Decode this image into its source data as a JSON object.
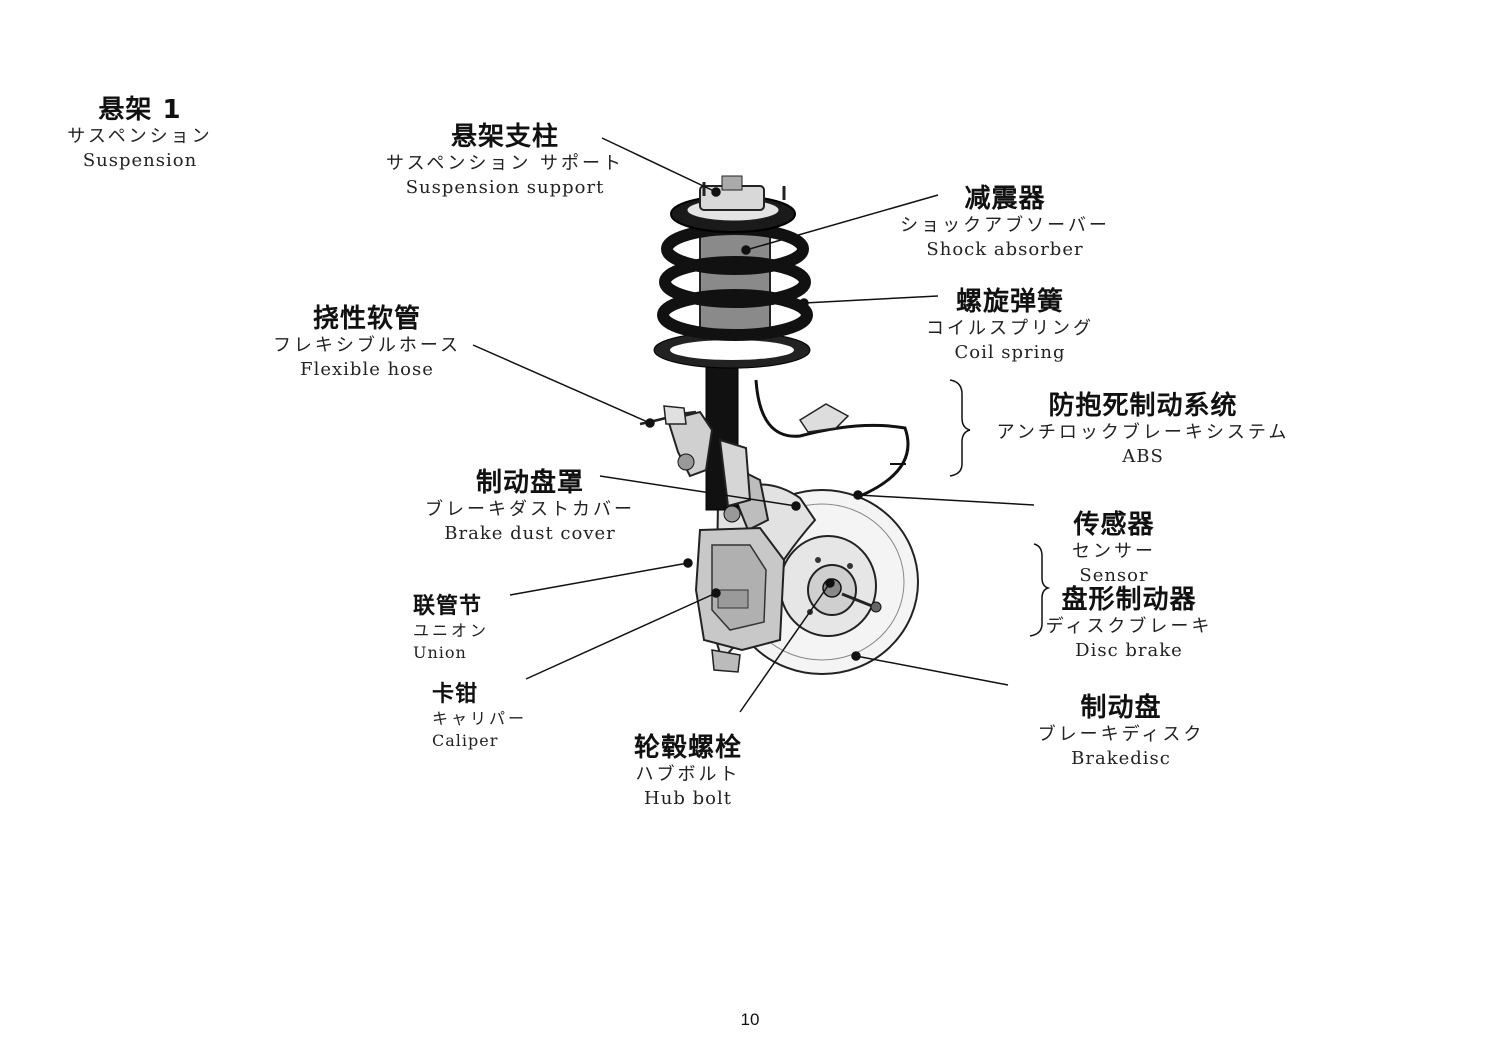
{
  "title": {
    "zh": "悬架 1",
    "ja": "サスペンション",
    "en": "Suspension"
  },
  "labels": {
    "suspension_support": {
      "zh": "悬架支柱",
      "ja": "サスペンション サポート",
      "en": "Suspension support"
    },
    "shock_absorber": {
      "zh": "减震器",
      "ja": "ショックアブソーバー",
      "en": "Shock absorber"
    },
    "coil_spring": {
      "zh": "螺旋弹簧",
      "ja": "コイルスプリング",
      "en": "Coil spring"
    },
    "flexible_hose": {
      "zh": "挠性软管",
      "ja": "フレキシブルホース",
      "en": "Flexible hose"
    },
    "abs": {
      "zh": "防抱死制动系统",
      "ja": "アンチロックブレーキシステム",
      "en": "ABS"
    },
    "brake_dust_cover": {
      "zh": "制动盘罩",
      "ja": "ブレーキダストカバー",
      "en": "Brake dust cover"
    },
    "sensor": {
      "zh": "传感器",
      "ja": "センサー",
      "en": "Sensor"
    },
    "disc_brake": {
      "zh": "盘形制动器",
      "ja": "ディスクブレーキ",
      "en": "Disc brake"
    },
    "union": {
      "zh": "联管节",
      "ja": "ユニオン",
      "en": "Union"
    },
    "caliper": {
      "zh": "卡钳",
      "ja": "キャリパー",
      "en": "Caliper"
    },
    "hub_bolt": {
      "zh": "轮毂螺栓",
      "ja": "ハブボルト",
      "en": "Hub bolt"
    },
    "brakedisc": {
      "zh": "制动盘",
      "ja": "ブレーキディスク",
      "en": "Brakedisc"
    }
  },
  "page_number": "10"
}
